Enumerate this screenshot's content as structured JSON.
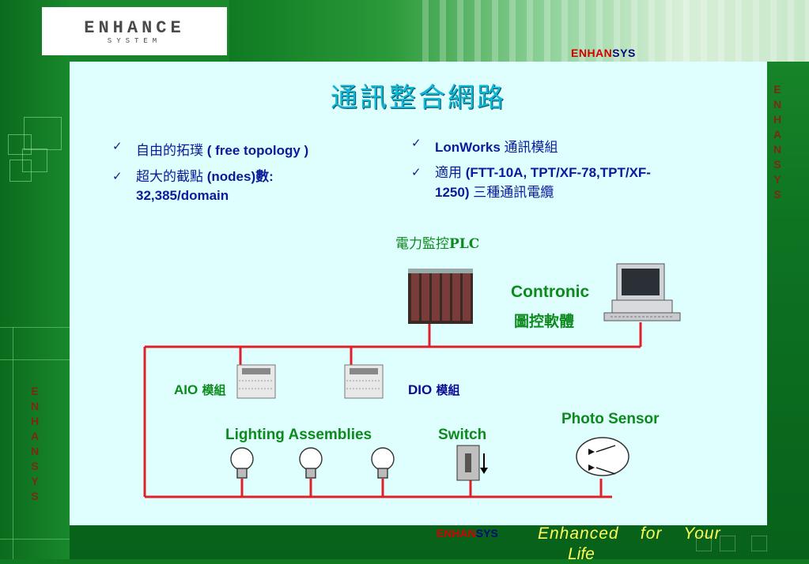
{
  "logo": {
    "main": "ENHANCE",
    "sub": "SYSTEM"
  },
  "brand": {
    "part1": "ENHAN",
    "part2": "SYS"
  },
  "side_letters": [
    "E",
    "N",
    "H",
    "A",
    "N",
    "S",
    "Y",
    "S"
  ],
  "title": "通訊整合網路",
  "left_bullets": [
    {
      "plain": "自由的拓璞 ",
      "bold": "( free topology )",
      "line2": ""
    },
    {
      "plain": "超大的截點 ",
      "bold": "(nodes)數:",
      "line2": "32,385/domain"
    }
  ],
  "right_bullets": [
    {
      "bold": "LonWorks",
      "plain": " 通訊模組",
      "line2": ""
    },
    {
      "plain": "適用 ",
      "bold": "(FTT-10A, TPT/XF-78,TPT/XF-",
      "line2_bold": "1250)",
      "line2_plain": " 三種通訊電纜"
    }
  ],
  "diagram": {
    "plc_label": {
      "plain": "電力監控",
      "bold": "PLC"
    },
    "contronic_label": "Contronic",
    "contronic_sub": "圖控軟體",
    "aio_label": {
      "bold": "AIO",
      "plain": " 模組"
    },
    "dio_label": {
      "bold": "DIO",
      "plain": " 模組"
    },
    "lighting_label": "Lighting Assemblies",
    "switch_label": "Switch",
    "photo_label": "Photo Sensor",
    "colors": {
      "bus": "#e0202a",
      "label_green": "#0c8a1c",
      "label_navy": "#0a0a90",
      "label_red": "#d40000"
    }
  },
  "footer": {
    "tagline": "Enhanced    for    Your",
    "tagline2": "Life"
  }
}
